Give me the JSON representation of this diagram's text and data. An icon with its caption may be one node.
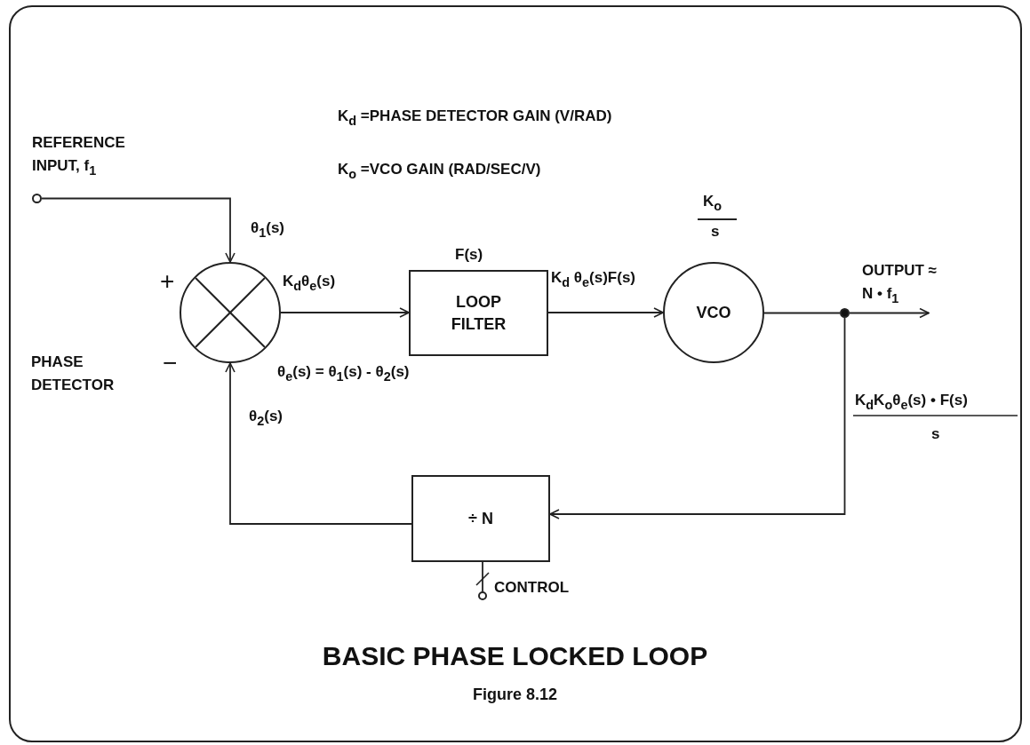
{
  "diagram": {
    "title": "BASIC PHASE LOCKED LOOP",
    "caption": "Figure 8.12",
    "nodes": [
      {
        "text": [],
        "shape": "circle",
        "beside": [
          "REFERENCE INPUT, f$_{1}$"
        ]
      },
      {
        "text": [],
        "shape": "circle",
        "beside": [
          "+",
          "−"
        ]
      },
      {
        "text": [
          "LOOP FILTER"
        ],
        "beside": [
          "F(s)"
        ]
      },
      {
        "text": [
          "VCO"
        ],
        "beside": [
          "K$_{o}$",
          "s"
        ]
      },
      {
        "text": [],
        "shape": "circle"
      },
      {
        "text": [
          "÷ N"
        ]
      },
      {
        "text": [],
        "shape": "circle",
        "beside": [
          "CONTROL"
        ]
      }
    ],
    "edges": [
      {
        "from": 0,
        "to": 1,
        "arrow": "to",
        "label": "θ$_{1}$(s)"
      },
      {
        "from": 1,
        "to": 2,
        "arrow": "to",
        "label": "K$_{d}$θ$_{e}$(s)"
      },
      {
        "from": 2,
        "to": 3,
        "arrow": "to",
        "label": "K$_{d}$ θ$_{e}$(s)F(s)"
      },
      {
        "from": 3,
        "to": 4,
        "arrow": "none"
      },
      {
        "from": 4,
        "to": null,
        "arrow": "to",
        "label": "OUTPUT ≈ N • f$_{1}$"
      },
      {
        "from": 4,
        "to": 5,
        "arrow": "to"
      },
      {
        "from": 5,
        "to": 1,
        "arrow": "to",
        "label": "θ$_{2}$(s)"
      },
      {
        "from": 6,
        "to": 5,
        "arrow": "none"
      }
    ],
    "labels": [
      "K$_{d}$ =PHASE DETECTOR GAIN (V/RAD)",
      "K$_{o}$ =VCO GAIN (RAD/SEC/V)",
      "PHASE DETECTOR",
      "θ$_{e}$(s) = θ$_{1}$(s) - θ$_{2}$(s)",
      "K$_{d}$K$_{o}$θ$_{e}$(s) • F(s)",
      "s"
    ]
  }
}
